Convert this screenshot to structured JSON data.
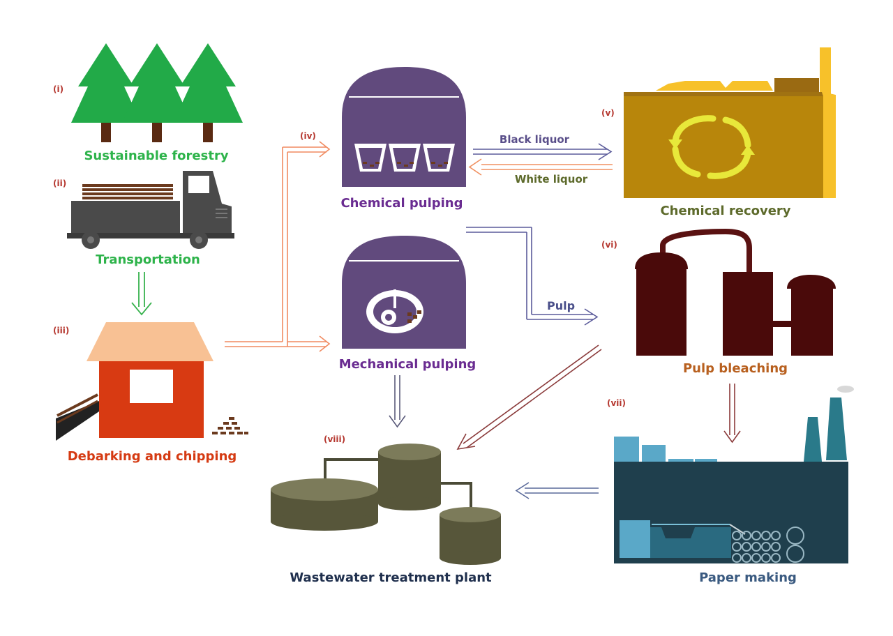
{
  "stages": {
    "forestry": {
      "numeral": "(i)",
      "label": "Sustainable forestry"
    },
    "transport": {
      "numeral": "(ii)",
      "label": "Transportation"
    },
    "debarking": {
      "numeral": "(iii)",
      "label": "Debarking and chipping"
    },
    "pulping": {
      "numeral": "(iv)",
      "chemical_label": "Chemical pulping",
      "mechanical_label": "Mechanical pulping"
    },
    "recovery": {
      "numeral": "(v)",
      "label": "Chemical recovery"
    },
    "bleaching": {
      "numeral": "(vi)",
      "label": "Pulp bleaching"
    },
    "papermaking": {
      "numeral": "(vii)",
      "label": "Paper making"
    },
    "wastewater": {
      "numeral": "(viii)",
      "label": "Wastewater treatment plant"
    }
  },
  "flows": {
    "black_liquor": "Black liquor",
    "white_liquor": "White liquor",
    "pulp": "Pulp"
  },
  "colors": {
    "green": "#2db34a",
    "red": "#d53a12",
    "purple": "#6a2c91",
    "olive": "#5d6a2b",
    "brown": "#b8601f",
    "navy": "#1f2f4d",
    "blue": "#3a5a80",
    "numeral": "#b5372f"
  }
}
